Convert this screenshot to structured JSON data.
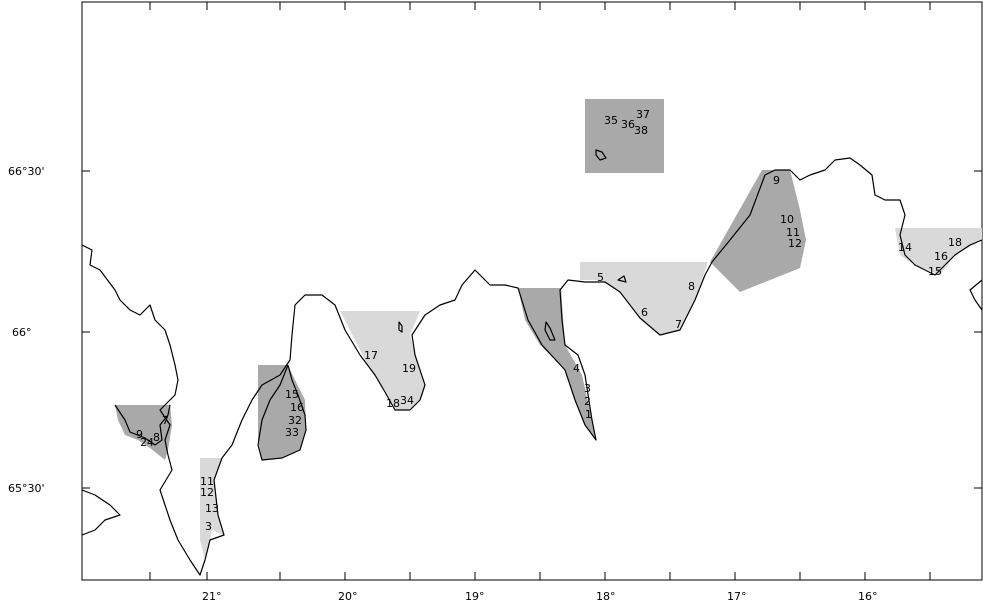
{
  "map": {
    "latitude_labels": [
      "66°30'",
      "66°",
      "65°30'"
    ],
    "longitude_labels": [
      "21°",
      "20°",
      "19°",
      "18°",
      "17°",
      "16°"
    ],
    "area_numbers": [
      "35",
      "36",
      "37",
      "38",
      "9",
      "10",
      "11",
      "12",
      "14",
      "16",
      "18",
      "15",
      "5",
      "8",
      "6",
      "7",
      "4",
      "3",
      "2",
      "1",
      "17",
      "19",
      "18",
      "34",
      "15",
      "16",
      "32",
      "33",
      "11",
      "12",
      "13",
      "3",
      "7",
      "8",
      "9",
      "24"
    ],
    "colors": {
      "dark_zone": "#a9a9a9",
      "light_zone": "#d9d9d9",
      "coastline": "#000000",
      "background": "#ffffff"
    }
  }
}
